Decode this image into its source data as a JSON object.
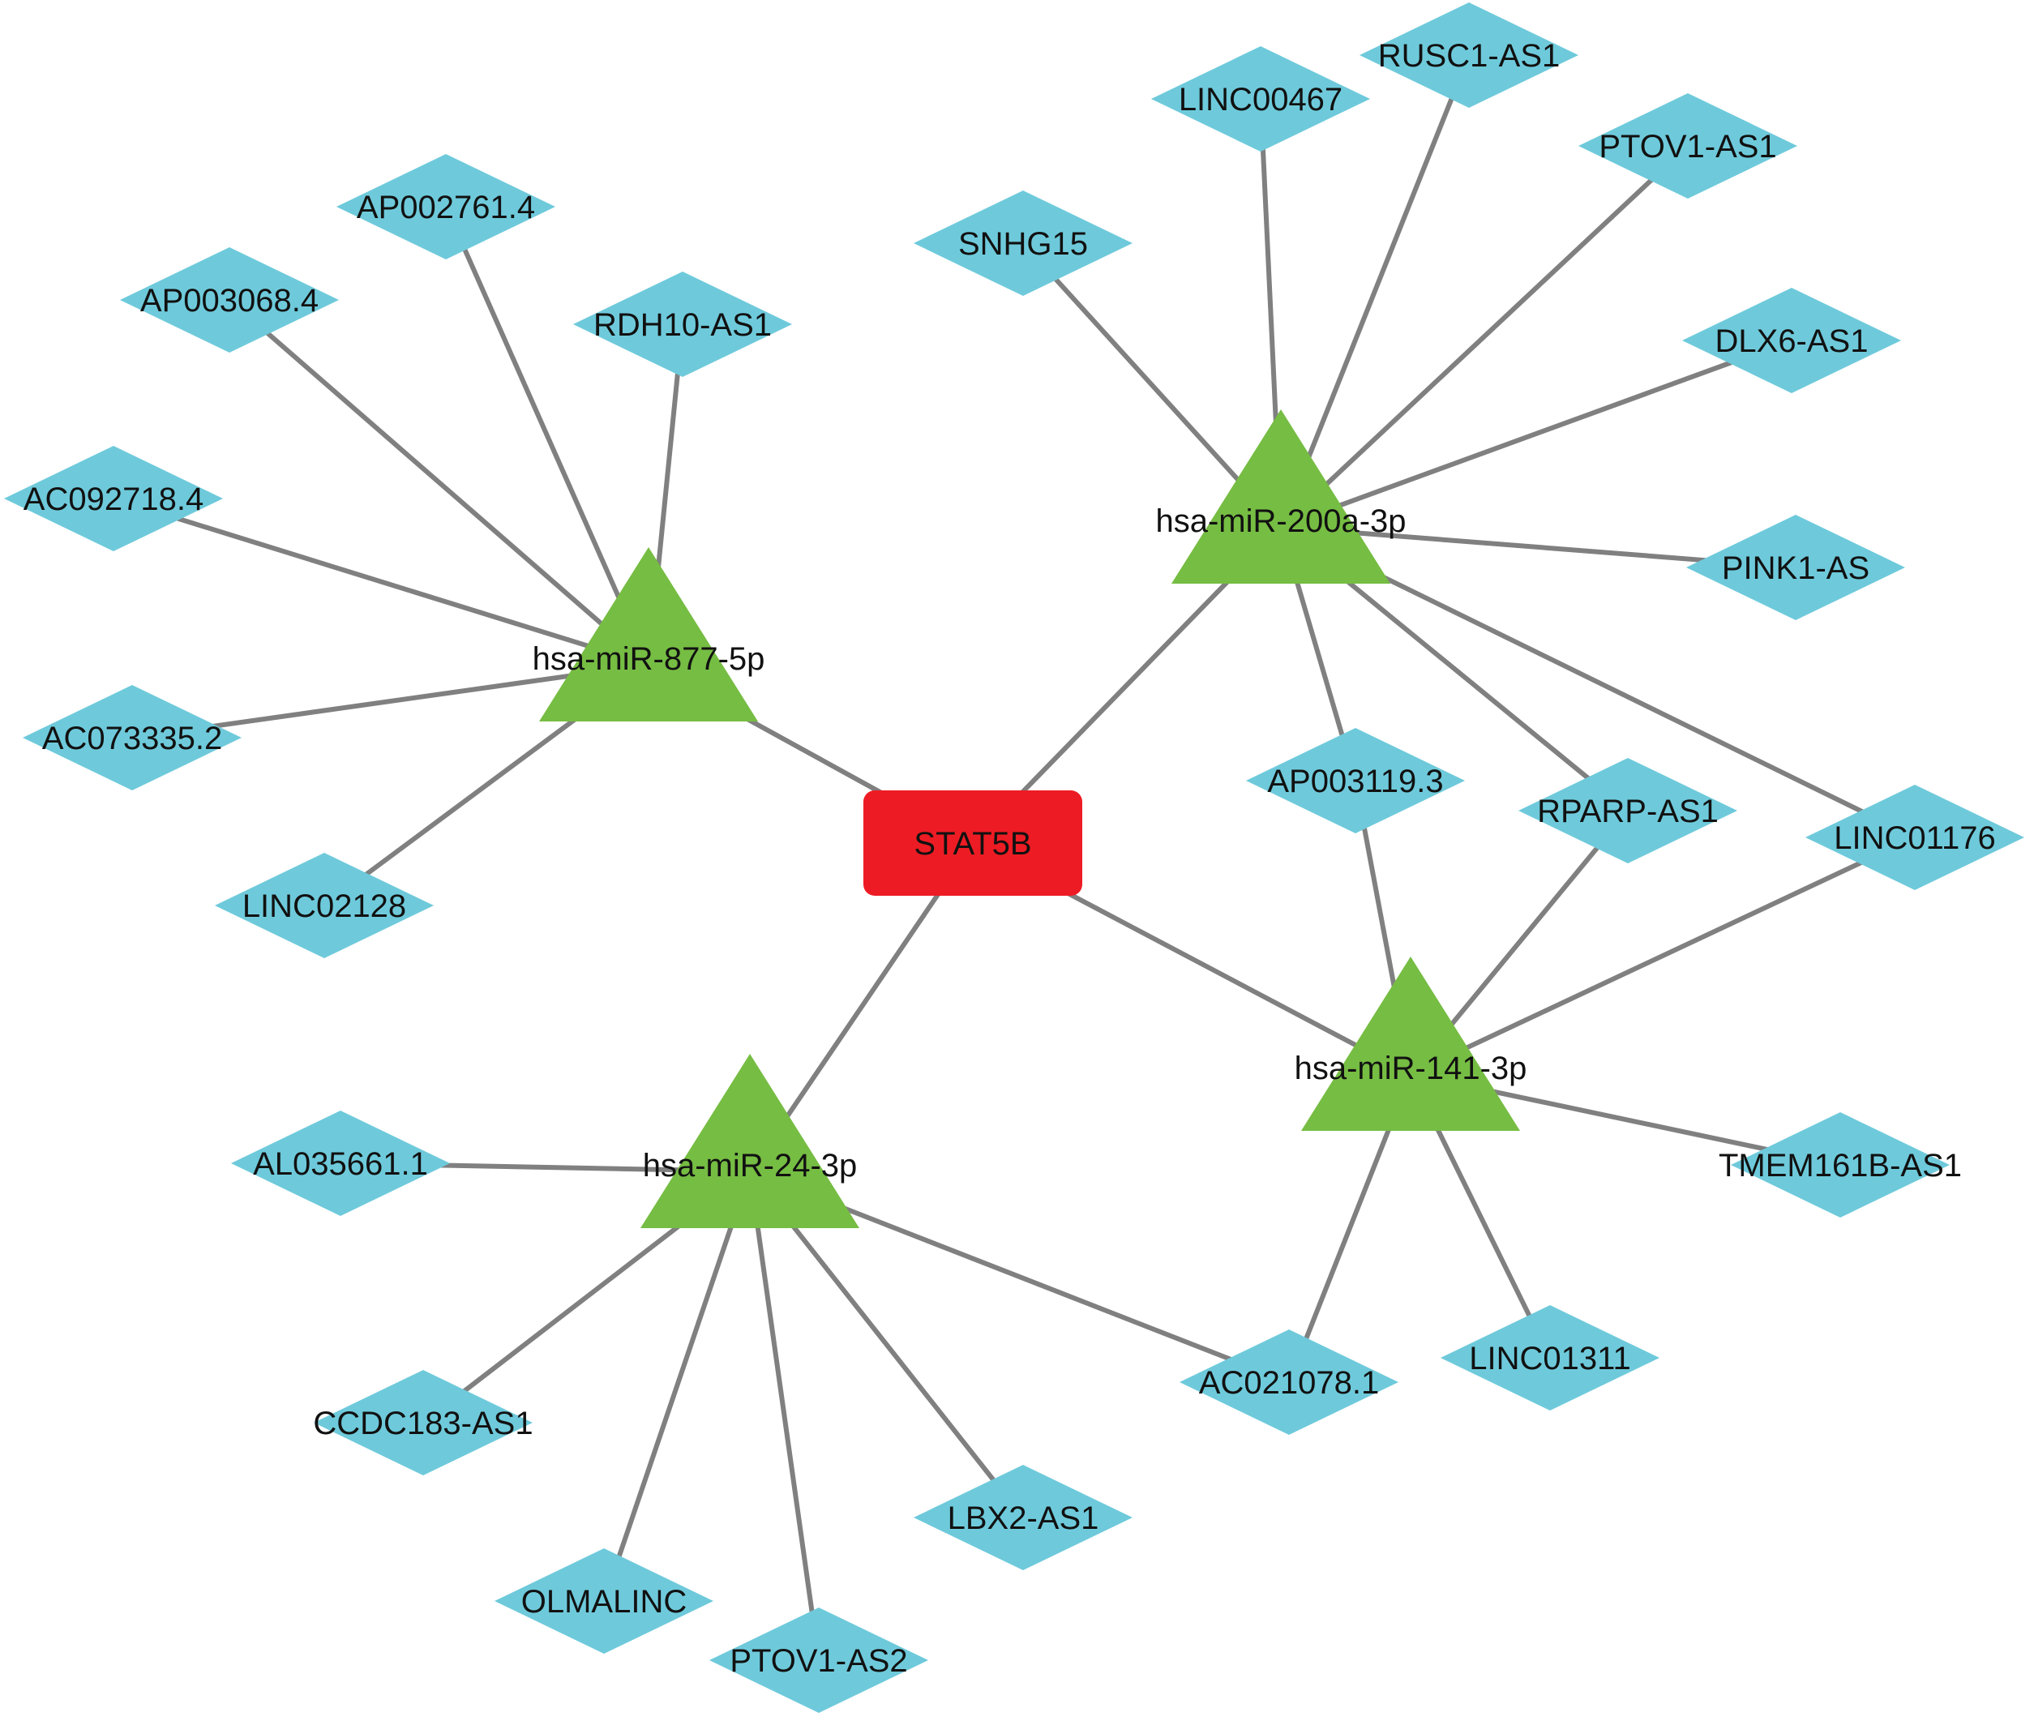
{
  "hub": {
    "id": "stat5b",
    "label": "STAT5B"
  },
  "mirnas": [
    {
      "id": "m877",
      "label": "hsa-miR-877-5p"
    },
    {
      "id": "m200",
      "label": "hsa-miR-200a-3p"
    },
    {
      "id": "m24",
      "label": "hsa-miR-24-3p"
    },
    {
      "id": "m141",
      "label": "hsa-miR-141-3p"
    }
  ],
  "lncrnas": [
    {
      "id": "ap002761",
      "label": "AP002761.4"
    },
    {
      "id": "ap003068",
      "label": "AP003068.4"
    },
    {
      "id": "rdh10",
      "label": "RDH10-AS1"
    },
    {
      "id": "ac092718",
      "label": "AC092718.4"
    },
    {
      "id": "ac073335",
      "label": "AC073335.2"
    },
    {
      "id": "linc02128",
      "label": "LINC02128"
    },
    {
      "id": "rusc1",
      "label": "RUSC1-AS1"
    },
    {
      "id": "linc00467",
      "label": "LINC00467"
    },
    {
      "id": "ptov1as1",
      "label": "PTOV1-AS1"
    },
    {
      "id": "snhg15",
      "label": "SNHG15"
    },
    {
      "id": "dlx6",
      "label": "DLX6-AS1"
    },
    {
      "id": "pink1",
      "label": "PINK1-AS"
    },
    {
      "id": "ap003119",
      "label": "AP003119.3"
    },
    {
      "id": "rparp",
      "label": "RPARP-AS1"
    },
    {
      "id": "linc01176",
      "label": "LINC01176"
    },
    {
      "id": "tmem161b",
      "label": "TMEM161B-AS1"
    },
    {
      "id": "linc01311",
      "label": "LINC01311"
    },
    {
      "id": "ac021078",
      "label": "AC021078.1"
    },
    {
      "id": "al035661",
      "label": "AL035661.1"
    },
    {
      "id": "ccdc183",
      "label": "CCDC183-AS1"
    },
    {
      "id": "olmalinc",
      "label": "OLMALINC"
    },
    {
      "id": "ptov1as2",
      "label": "PTOV1-AS2"
    },
    {
      "id": "lbx2",
      "label": "LBX2-AS1"
    }
  ],
  "edges": [
    [
      "stat5b",
      "m877"
    ],
    [
      "stat5b",
      "m200"
    ],
    [
      "stat5b",
      "m24"
    ],
    [
      "stat5b",
      "m141"
    ],
    [
      "m877",
      "ap002761"
    ],
    [
      "m877",
      "ap003068"
    ],
    [
      "m877",
      "rdh10"
    ],
    [
      "m877",
      "ac092718"
    ],
    [
      "m877",
      "ac073335"
    ],
    [
      "m877",
      "linc02128"
    ],
    [
      "m200",
      "snhg15"
    ],
    [
      "m200",
      "linc00467"
    ],
    [
      "m200",
      "rusc1"
    ],
    [
      "m200",
      "ptov1as1"
    ],
    [
      "m200",
      "dlx6"
    ],
    [
      "m200",
      "pink1"
    ],
    [
      "m200",
      "ap003119"
    ],
    [
      "m200",
      "rparp"
    ],
    [
      "m200",
      "linc01176"
    ],
    [
      "m141",
      "ap003119"
    ],
    [
      "m141",
      "rparp"
    ],
    [
      "m141",
      "linc01176"
    ],
    [
      "m141",
      "tmem161b"
    ],
    [
      "m141",
      "linc01311"
    ],
    [
      "m141",
      "ac021078"
    ],
    [
      "m24",
      "al035661"
    ],
    [
      "m24",
      "ccdc183"
    ],
    [
      "m24",
      "olmalinc"
    ],
    [
      "m24",
      "ptov1as2"
    ],
    [
      "m24",
      "lbx2"
    ],
    [
      "m24",
      "ac021078"
    ]
  ],
  "colors": {
    "hub": "#ed1c24",
    "mirna": "#76bd43",
    "lncrna": "#6ecadb",
    "edge": "#808080"
  }
}
